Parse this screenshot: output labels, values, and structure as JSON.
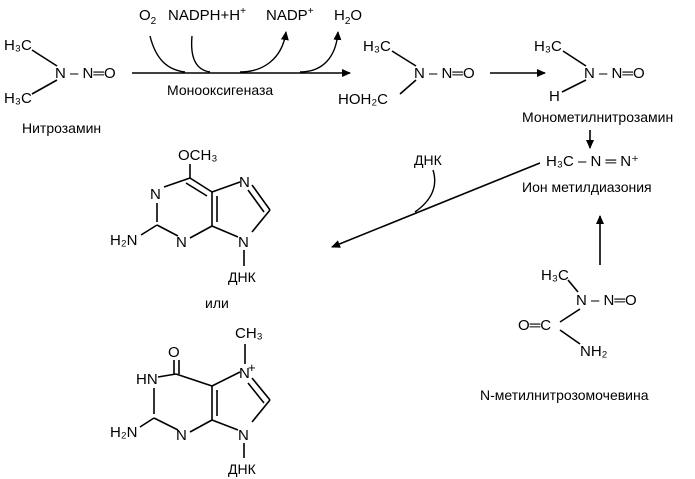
{
  "reaction": {
    "cofactors": {
      "o2": "O",
      "o2_sub": "2",
      "nadph": "NADPH+H",
      "nadph_sup": "+",
      "nadp": "NADP",
      "nadp_sup": "+",
      "h2o_h": "H",
      "h2o_sub": "2",
      "h2o_o": "O"
    },
    "enzyme": "Монооксигеназа",
    "dna_label": "ДНК"
  },
  "labels": {
    "nitrosamine": "Нитрозамин",
    "monomethylnitrosamine": "Монометилнитрозамин",
    "methyldiazonium": "Ион метилдиазония",
    "methylnitrosourea": "N-метилнитрозомочевина",
    "or": "или"
  },
  "atoms": {
    "h3c": "H₃C",
    "n_no": "N – N═O",
    "hoh2c": "HOH₂C",
    "h": "H",
    "diazonium": "H₃C – N ═ N⁺",
    "och3": "OCH₃",
    "ch3": "CH₃",
    "h2n": "H₂N",
    "nh2": "NH₂",
    "n": "N",
    "hn": "HN",
    "o": "O",
    "o_eq_c": "O═C",
    "plus": "+",
    "dna": "ДНК"
  }
}
